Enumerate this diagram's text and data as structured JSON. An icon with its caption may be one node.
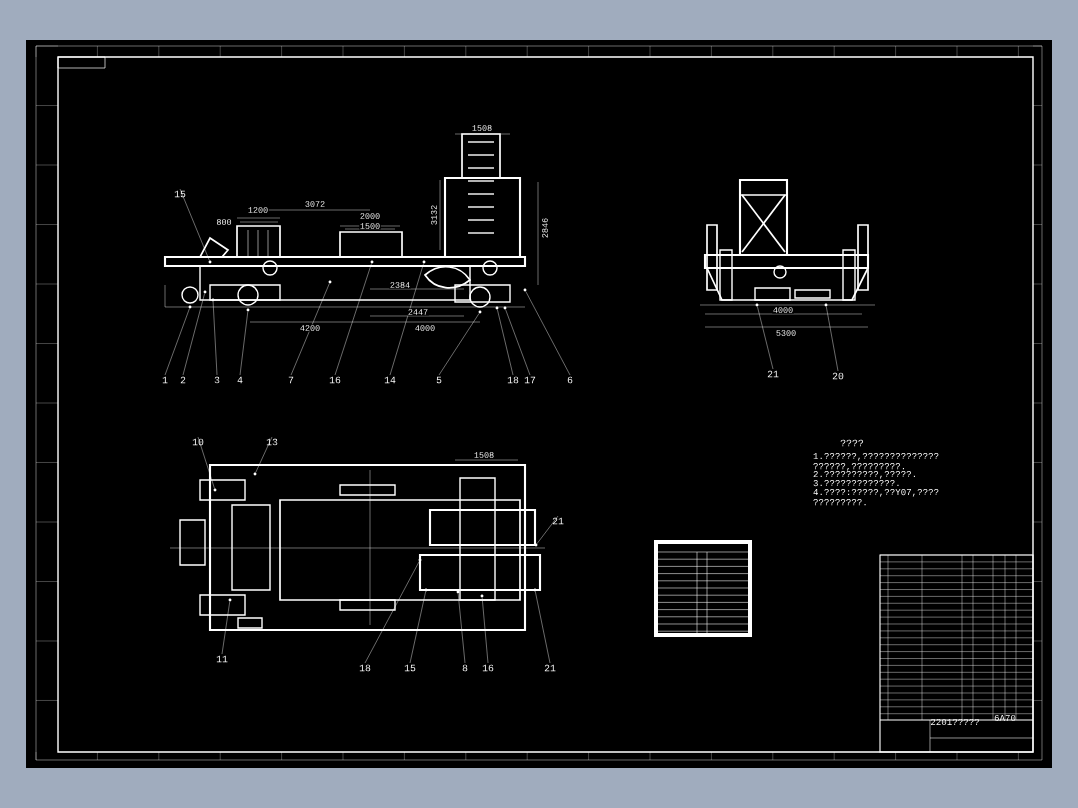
{
  "diagram": {
    "nodes": [
      {
        "text": [
          "15"
        ]
      },
      {
        "text": [
          "1"
        ]
      },
      {
        "text": [
          "2"
        ]
      },
      {
        "text": [
          "3"
        ]
      },
      {
        "text": [
          "4"
        ]
      },
      {
        "text": [
          "7"
        ]
      },
      {
        "text": [
          "16"
        ]
      },
      {
        "text": [
          "14"
        ]
      },
      {
        "text": [
          "5"
        ]
      },
      {
        "text": [
          "18"
        ]
      },
      {
        "text": [
          "17"
        ]
      },
      {
        "text": [
          "6"
        ]
      },
      {
        "text": [
          "21"
        ]
      },
      {
        "text": [
          "20"
        ]
      },
      {
        "text": [
          "10"
        ]
      },
      {
        "text": [
          "13"
        ]
      },
      {
        "text": [
          "21"
        ]
      },
      {
        "text": [
          "11"
        ]
      },
      {
        "text": [
          "18"
        ]
      },
      {
        "text": [
          "15"
        ]
      },
      {
        "text": [
          "8"
        ]
      },
      {
        "text": [
          "16"
        ]
      },
      {
        "text": [
          "21"
        ]
      },
      {
        "text": [],
        "shape": "dot"
      },
      {
        "text": [],
        "shape": "dot"
      },
      {
        "text": [],
        "shape": "dot"
      },
      {
        "text": [],
        "shape": "dot"
      },
      {
        "text": [],
        "shape": "dot"
      },
      {
        "text": [],
        "shape": "dot"
      },
      {
        "text": [],
        "shape": "dot"
      },
      {
        "text": [],
        "shape": "dot"
      },
      {
        "text": [],
        "shape": "dot"
      },
      {
        "text": [],
        "shape": "dot"
      },
      {
        "text": [],
        "shape": "dot"
      },
      {
        "text": [],
        "shape": "dot"
      },
      {
        "text": [],
        "shape": "dot"
      },
      {
        "text": [],
        "shape": "dot"
      },
      {
        "text": [],
        "shape": "dot"
      },
      {
        "text": [],
        "shape": "dot"
      },
      {
        "text": [],
        "shape": "dot"
      },
      {
        "text": [],
        "shape": "dot"
      },
      {
        "text": [],
        "shape": "dot"
      },
      {
        "text": [],
        "shape": "dot"
      },
      {
        "text": [],
        "shape": "dot"
      },
      {
        "text": [],
        "shape": "dot"
      },
      {
        "text": [],
        "shape": "dot"
      }
    ],
    "edges": [
      {
        "from": 0,
        "to": 23,
        "arrow": "none"
      },
      {
        "from": 1,
        "to": 24,
        "arrow": "none"
      },
      {
        "from": 2,
        "to": 25,
        "arrow": "none"
      },
      {
        "from": 3,
        "to": 26,
        "arrow": "none"
      },
      {
        "from": 4,
        "to": 27,
        "arrow": "none"
      },
      {
        "from": 5,
        "to": 28,
        "arrow": "none"
      },
      {
        "from": 6,
        "to": 29,
        "arrow": "none"
      },
      {
        "from": 7,
        "to": 30,
        "arrow": "none"
      },
      {
        "from": 8,
        "to": 31,
        "arrow": "none"
      },
      {
        "from": 9,
        "to": 32,
        "arrow": "none"
      },
      {
        "from": 10,
        "to": 33,
        "arrow": "none"
      },
      {
        "from": 11,
        "to": 34,
        "arrow": "none"
      },
      {
        "from": 12,
        "to": 35,
        "arrow": "none"
      },
      {
        "from": 13,
        "to": 36,
        "arrow": "none"
      },
      {
        "from": 14,
        "to": 37,
        "arrow": "none"
      },
      {
        "from": 15,
        "to": 38,
        "arrow": "none"
      },
      {
        "from": 16,
        "to": 39,
        "arrow": "none"
      },
      {
        "from": 17,
        "to": 40,
        "arrow": "none"
      },
      {
        "from": 18,
        "to": 41,
        "arrow": "none"
      },
      {
        "from": 19,
        "to": 42,
        "arrow": "none"
      },
      {
        "from": 20,
        "to": 43,
        "arrow": "none"
      },
      {
        "from": 21,
        "to": 44,
        "arrow": "none"
      },
      {
        "from": 22,
        "to": 45,
        "arrow": "none"
      }
    ],
    "labels": [
      "1508",
      "3072",
      "1200",
      "800",
      "2000",
      "1500",
      "3132",
      "2846",
      "2384",
      "2447",
      "4200",
      "4000",
      "4000",
      "5300",
      "1508",
      "????",
      "1.??????,?????????????? ??????,?????????.",
      "2.??????????,?????.",
      "3.?????????????.",
      "4.????:?????,??Y07,???? ?????????.",
      "2201?????",
      "6A70"
    ]
  }
}
